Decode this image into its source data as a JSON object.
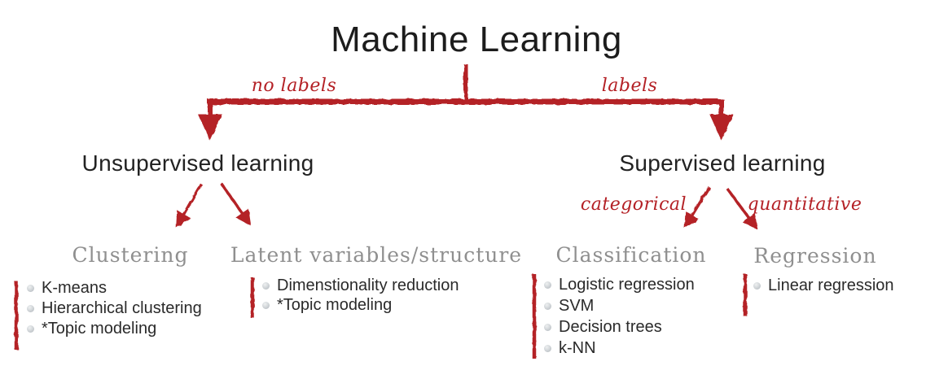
{
  "title": "Machine Learning",
  "branch": {
    "left_label": "no labels",
    "right_label": "labels"
  },
  "unsupervised": {
    "title": "Unsupervised learning",
    "children": [
      {
        "heading": "Clustering",
        "items": [
          "K-means",
          "Hierarchical clustering",
          "*Topic modeling"
        ]
      },
      {
        "heading": "Latent variables/structure",
        "items": [
          "Dimenstionality reduction",
          "*Topic modeling"
        ]
      }
    ]
  },
  "supervised": {
    "title": "Supervised learning",
    "arrow_labels": {
      "left": "categorical",
      "right": "quantitative"
    },
    "children": [
      {
        "heading": "Classification",
        "items": [
          "Logistic regression",
          "SVM",
          "Decision trees",
          "k-NN"
        ]
      },
      {
        "heading": "Regression",
        "items": [
          "Linear regression"
        ]
      }
    ]
  },
  "colors": {
    "accent_red": "#b42126",
    "heading_gray": "#8f8f8f",
    "text_dark": "#232323"
  }
}
